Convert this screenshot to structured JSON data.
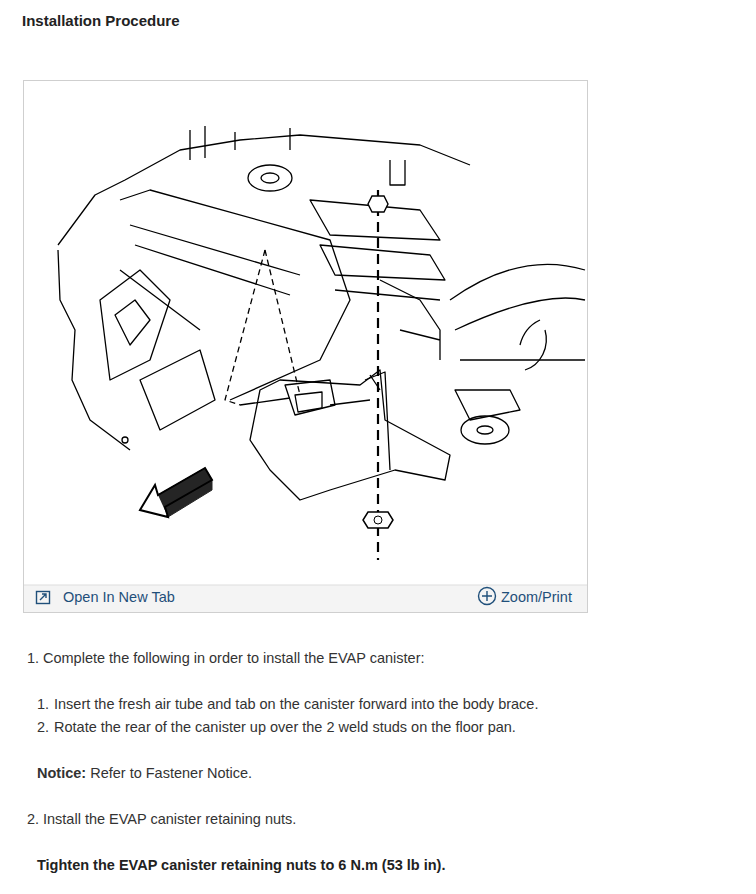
{
  "diagram": {
    "title": "Installation Procedure",
    "labels": [
      "Open In New Tab",
      "Zoom/Print",
      "1.",
      "Complete the following in order to install the EVAP canister:",
      "1.",
      "Insert the fresh air tube and tab on the canister forward into the body brace.",
      "2.",
      "Rotate the rear of the canister up over the 2 weld studs on the floor pan.",
      "Notice:",
      "Refer to Fastener Notice.",
      "2.",
      "Install the EVAP canister retaining nuts.",
      "Tighten the EVAP canister retaining nuts to 6 N.m (53 lb in)."
    ]
  }
}
